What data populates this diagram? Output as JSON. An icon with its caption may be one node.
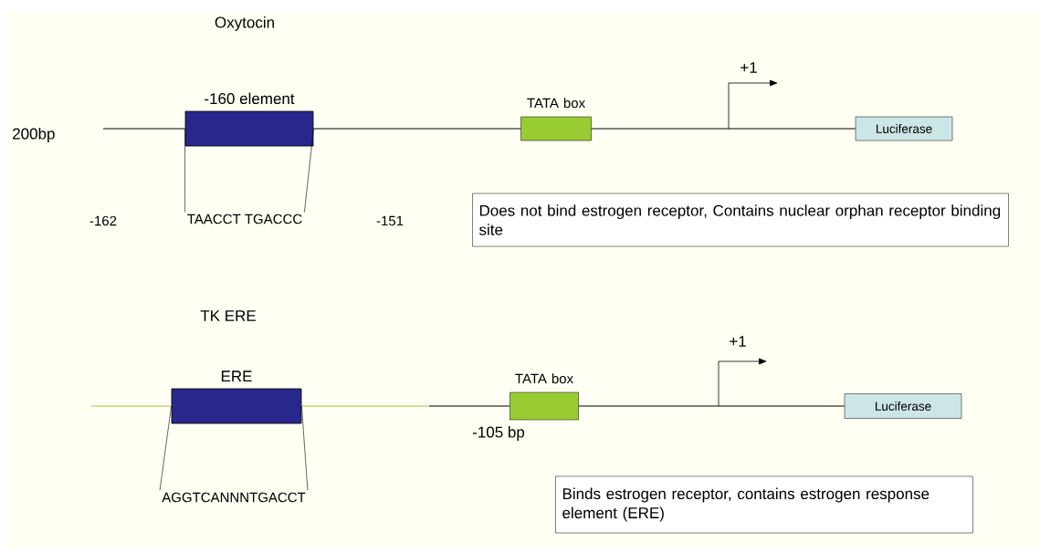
{
  "diagram": {
    "nodes": [
      {
        "text": [
          "-160 element"
        ]
      },
      {
        "text": [
          "TAACCT TGACCC"
        ]
      },
      {
        "text": [
          "TATA box"
        ]
      },
      {
        "text": [
          "Luciferase"
        ]
      },
      {
        "text": [
          "Does not bind estrogen receptor, Contains nuclear orphan receptor binding site"
        ]
      },
      {
        "text": [
          "ERE"
        ]
      },
      {
        "text": [
          "AGGTCANNNTGACCT"
        ]
      },
      {
        "text": [
          "TATA box"
        ]
      },
      {
        "text": [
          "Luciferase"
        ]
      },
      {
        "text": [
          "Binds estrogen receptor, contains estrogen response element (ERE)"
        ]
      }
    ],
    "edges": [
      {
        "from": null,
        "to": 0,
        "arrow": "none"
      },
      {
        "from": 0,
        "to": 2,
        "arrow": "none"
      },
      {
        "from": 2,
        "to": 3,
        "arrow": "none"
      },
      {
        "from": 1,
        "to": 0,
        "arrow": "none"
      },
      {
        "from": 1,
        "to": 0,
        "arrow": "none"
      },
      {
        "from": null,
        "to": 5,
        "arrow": "none",
        "color": "#99cc33"
      },
      {
        "from": 5,
        "to": 7,
        "arrow": "none",
        "color": "#99cc33"
      },
      {
        "from": 7,
        "to": 8,
        "arrow": "none"
      },
      {
        "from": 6,
        "to": 5,
        "arrow": "none"
      },
      {
        "from": 6,
        "to": 5,
        "arrow": "none"
      }
    ],
    "labels": [
      "Oxytocin",
      "+1",
      "200bp",
      "-162",
      "-151",
      "TK ERE",
      "+1",
      "-105 bp"
    ]
  }
}
